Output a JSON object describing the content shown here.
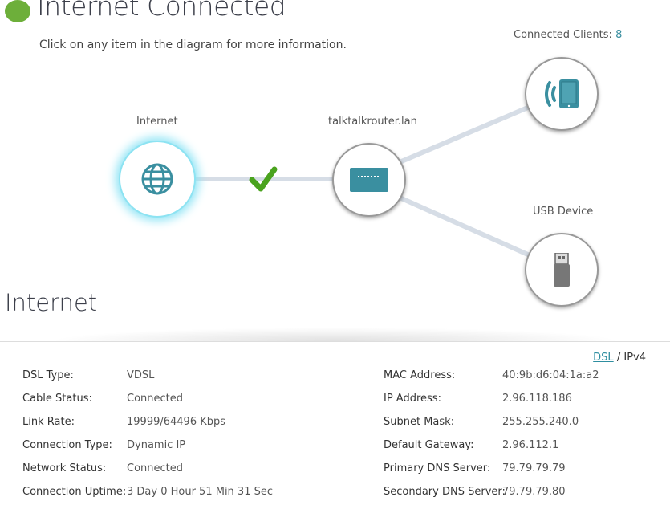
{
  "header": {
    "title": "Internet Connected",
    "status_color": "#6daf3a",
    "hint": "Click on any item in the diagram for more information."
  },
  "diagram": {
    "internet_label": "Internet",
    "router_label": "talktalkrouter.lan",
    "clients_label": "Connected Clients:",
    "clients_count": "8",
    "usb_label": "USB Device",
    "accent": "#3a8fa0",
    "link_status": "connected"
  },
  "section": {
    "title": "Internet",
    "proto_link": "DSL",
    "proto_sep": "/",
    "proto_current": "IPv4"
  },
  "left_rows": [
    {
      "label": "DSL Type:",
      "value": "VDSL"
    },
    {
      "label": "Cable Status:",
      "value": "Connected"
    },
    {
      "label": "Link Rate:",
      "value": "19999/64496 Kbps"
    },
    {
      "label": "Connection Type:",
      "value": "Dynamic IP"
    },
    {
      "label": "Network Status:",
      "value": "Connected"
    },
    {
      "label": "Connection Uptime:",
      "value": "3 Day 0 Hour 51 Min 31 Sec"
    }
  ],
  "right_rows": [
    {
      "label": "MAC Address:",
      "value": "40:9b:d6:04:1a:a2"
    },
    {
      "label": "IP Address:",
      "value": "2.96.118.186"
    },
    {
      "label": "Subnet Mask:",
      "value": "255.255.240.0"
    },
    {
      "label": "Default Gateway:",
      "value": "2.96.112.1"
    },
    {
      "label": "Primary DNS Server:",
      "value": "79.79.79.79"
    },
    {
      "label": "Secondary DNS Server:",
      "value": "79.79.79.80"
    }
  ]
}
